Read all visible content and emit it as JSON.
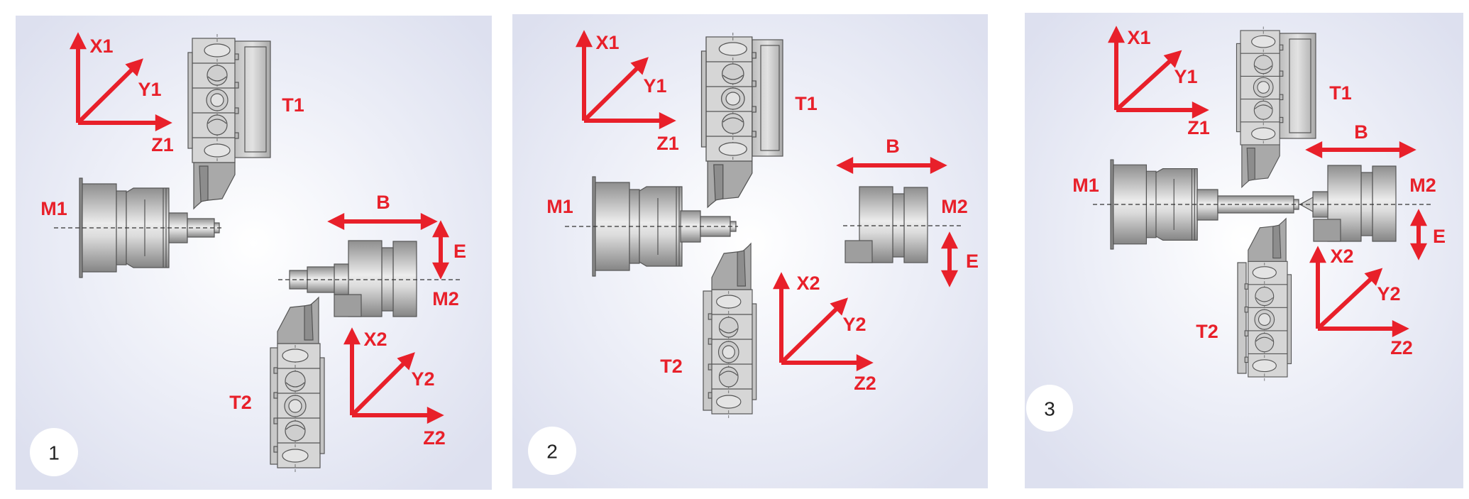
{
  "colors": {
    "accent": "#e8202a",
    "panel_bg": "#e3e6f3",
    "metal": "#c8c8c8"
  },
  "panels": [
    {
      "number": "1",
      "x1": "X1",
      "y1": "Y1",
      "z1": "Z1",
      "t1": "T1",
      "m1": "M1",
      "b": "B",
      "e": "E",
      "m2": "M2",
      "x2": "X2",
      "y2": "Y2",
      "z2": "Z2",
      "t2": "T2"
    },
    {
      "number": "2",
      "x1": "X1",
      "y1": "Y1",
      "z1": "Z1",
      "t1": "T1",
      "m1": "M1",
      "b": "B",
      "e": "E",
      "m2": "M2",
      "x2": "X2",
      "y2": "Y2",
      "z2": "Z2",
      "t2": "T2"
    },
    {
      "number": "3",
      "x1": "X1",
      "y1": "Y1",
      "z1": "Z1",
      "t1": "T1",
      "m1": "M1",
      "b": "B",
      "e": "E",
      "m2": "M2",
      "x2": "X2",
      "y2": "Y2",
      "z2": "Z2",
      "t2": "T2"
    }
  ]
}
